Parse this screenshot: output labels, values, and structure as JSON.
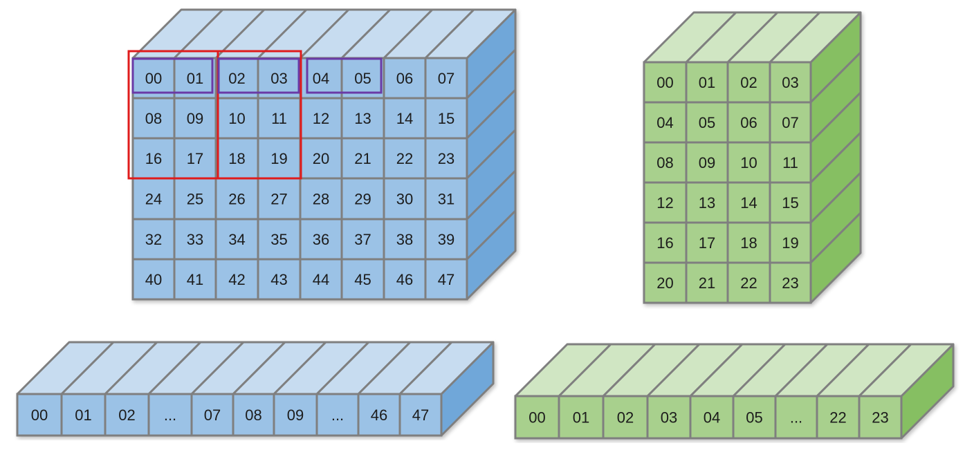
{
  "colors": {
    "blue_front": "#9bc2e6",
    "blue_top": "#c7dcf0",
    "blue_side": "#6fa7d9",
    "green_front": "#a8d08d",
    "green_top": "#d0e6c3",
    "green_side": "#86bf62",
    "edge": "#7f7f7f",
    "highlight_red": "#e01b1b",
    "highlight_purple": "#6a3aa6"
  },
  "input_tensor": {
    "rows": [
      [
        "00",
        "01",
        "02",
        "03",
        "04",
        "05",
        "06",
        "07"
      ],
      [
        "08",
        "09",
        "10",
        "11",
        "12",
        "13",
        "14",
        "15"
      ],
      [
        "16",
        "17",
        "18",
        "19",
        "20",
        "21",
        "22",
        "23"
      ],
      [
        "24",
        "25",
        "26",
        "27",
        "28",
        "29",
        "30",
        "31"
      ],
      [
        "32",
        "33",
        "34",
        "35",
        "36",
        "37",
        "38",
        "39"
      ],
      [
        "40",
        "41",
        "42",
        "43",
        "44",
        "45",
        "46",
        "47"
      ]
    ]
  },
  "output_tensor": {
    "rows": [
      [
        "00",
        "01",
        "02",
        "03"
      ],
      [
        "04",
        "05",
        "06",
        "07"
      ],
      [
        "08",
        "09",
        "10",
        "11"
      ],
      [
        "12",
        "13",
        "14",
        "15"
      ],
      [
        "16",
        "17",
        "18",
        "19"
      ],
      [
        "20",
        "21",
        "22",
        "23"
      ]
    ]
  },
  "input_flat": {
    "cells": [
      "00",
      "01",
      "02",
      "...",
      "07",
      "08",
      "09",
      "...",
      "46",
      "47"
    ]
  },
  "output_flat": {
    "cells": [
      "00",
      "01",
      "02",
      "03",
      "04",
      "05",
      "...",
      "22",
      "23"
    ]
  }
}
